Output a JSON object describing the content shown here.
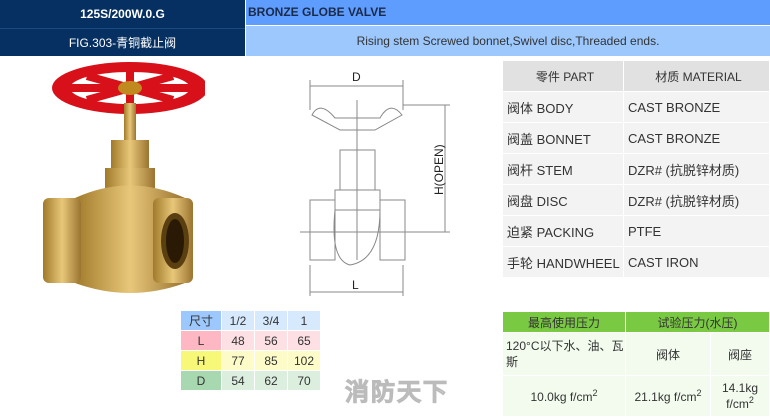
{
  "header": {
    "model": "125S/200W.0.G",
    "fig": "FIG.303-青铜截止阀",
    "title": "BRONZE GLOBE VALVE",
    "description": "Rising stem Screwed bonnet,Swivel disc,Threaded ends."
  },
  "diagram": {
    "label_d": "D",
    "label_h": "H(OPEN)",
    "label_l": "L"
  },
  "parts_table": {
    "headers": [
      "零件 PART",
      "材质 MATERIAL"
    ],
    "rows": [
      [
        "阀体 BODY",
        "CAST BRONZE"
      ],
      [
        "阀盖 BONNET",
        "CAST BRONZE"
      ],
      [
        "阀杆 STEM",
        "DZR# (抗脱锌材质)"
      ],
      [
        "阀盘 DISC",
        "DZR# (抗脱锌材质)"
      ],
      [
        "迫紧 PACKING",
        "PTFE"
      ],
      [
        "手轮 HANDWHEEL",
        "CAST IRON"
      ]
    ]
  },
  "size_table": {
    "rows": [
      [
        "尺寸",
        "1/2",
        "3/4",
        "1"
      ],
      [
        "L",
        "48",
        "56",
        "65"
      ],
      [
        "H",
        "77",
        "85",
        "102"
      ],
      [
        "D",
        "54",
        "62",
        "70"
      ]
    ],
    "colors": [
      [
        "#9cc8fd",
        "#d6e9fd"
      ],
      [
        "#fdb8c3",
        "#fde0e4"
      ],
      [
        "#f8f878",
        "#fdfcc8"
      ],
      [
        "#a8d8b0",
        "#dcefdf"
      ]
    ]
  },
  "pressure_table": {
    "header_max": "最高使用压力",
    "header_test": "试验压力(水压)",
    "medium": "120°C以下水、油、瓦斯",
    "body": "阀体",
    "seat": "阀座",
    "max_value": "10.0kg f/cm",
    "body_value": "21.1kg f/cm",
    "seat_value": "14.1kg f/cm",
    "unit_exp": "2"
  },
  "watermark": "消防天下"
}
